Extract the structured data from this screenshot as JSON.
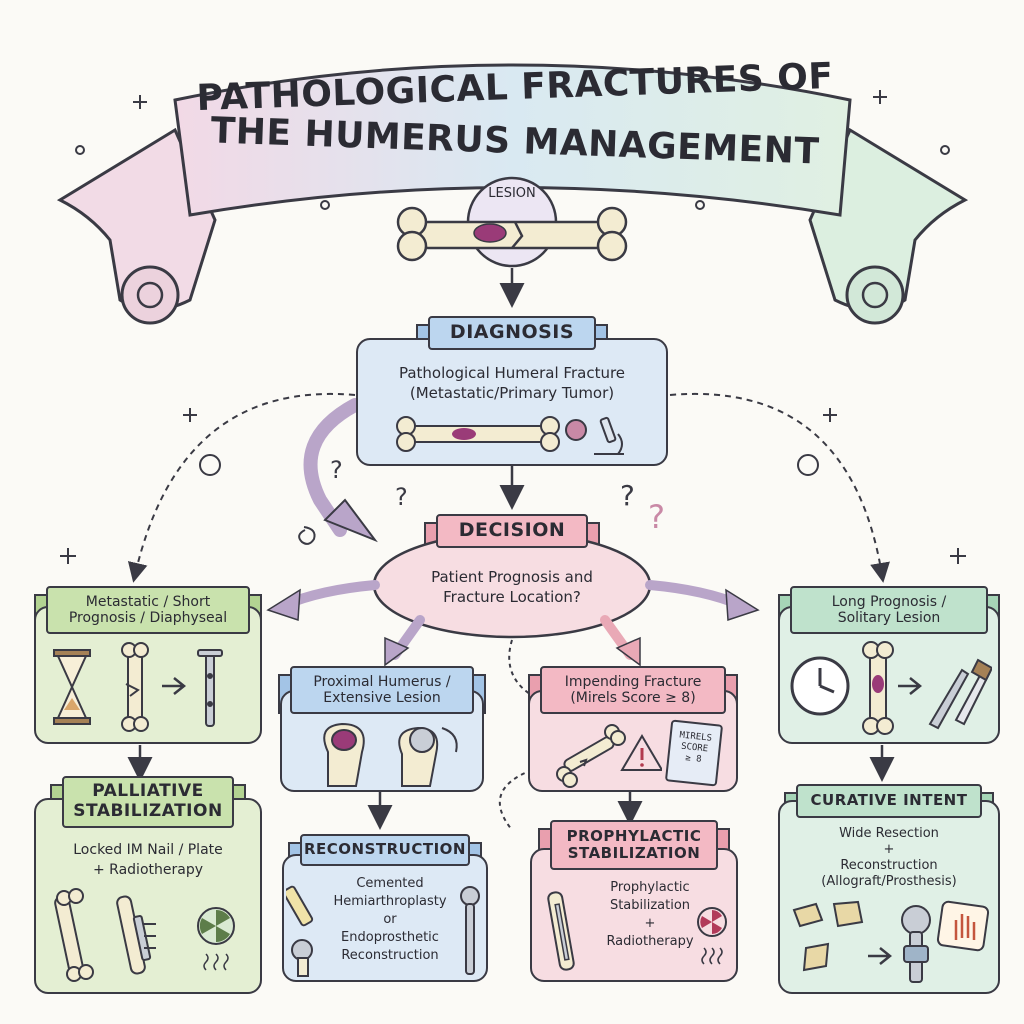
{
  "title": {
    "line1": "PATHOLOGICAL FRACTURES OF",
    "line2": "THE HUMERUS MANAGEMENT"
  },
  "lesion_label": "LESION",
  "diagnosis": {
    "header": "DIAGNOSIS",
    "line1": "Pathological Humeral Fracture",
    "line2": "(Metastatic/Primary Tumor)"
  },
  "decision": {
    "header": "DECISION",
    "line1": "Patient Prognosis and",
    "line2": "Fracture Location?"
  },
  "branches": {
    "metastatic": {
      "header_line1": "Metastatic / Short",
      "header_line2": "Prognosis / Diaphyseal",
      "outcome_line1": "PALLIATIVE",
      "outcome_line2": "STABILIZATION",
      "detail_line1": "Locked IM Nail / Plate",
      "detail_line2": "+ Radiotherapy"
    },
    "proximal": {
      "header_line1": "Proximal Humerus /",
      "header_line2": "Extensive Lesion",
      "outcome": "RECONSTRUCTION",
      "detail_line1": "Cemented",
      "detail_line2": "Hemiarthroplasty",
      "detail_line3": "or",
      "detail_line4": "Endoprosthetic",
      "detail_line5": "Reconstruction"
    },
    "impending": {
      "header_line1": "Impending Fracture",
      "header_line2": "(Mirels Score ≥ 8)",
      "card_line1": "MIRELS",
      "card_line2": "SCORE",
      "card_line3": "≥ 8",
      "outcome_line1": "PROPHYLACTIC",
      "outcome_line2": "STABILIZATION",
      "detail_line1": "Prophylactic",
      "detail_line2": "Stabilization",
      "detail_line3": "+",
      "detail_line4": "Radiotherapy"
    },
    "long": {
      "header_line1": "Long Prognosis /",
      "header_line2": "Solitary Lesion",
      "outcome": "CURATIVE INTENT",
      "detail_line1": "Wide Resection",
      "detail_line2": "+",
      "detail_line3": "Reconstruction",
      "detail_line4": "(Allograft/Prosthesis)"
    }
  },
  "colors": {
    "ink": "#3a3a44",
    "green": "#e4efd3",
    "blue": "#dde9f5",
    "pink": "#f7dde2",
    "mint": "#e0f0e6",
    "lesion": "#9a3b78"
  }
}
